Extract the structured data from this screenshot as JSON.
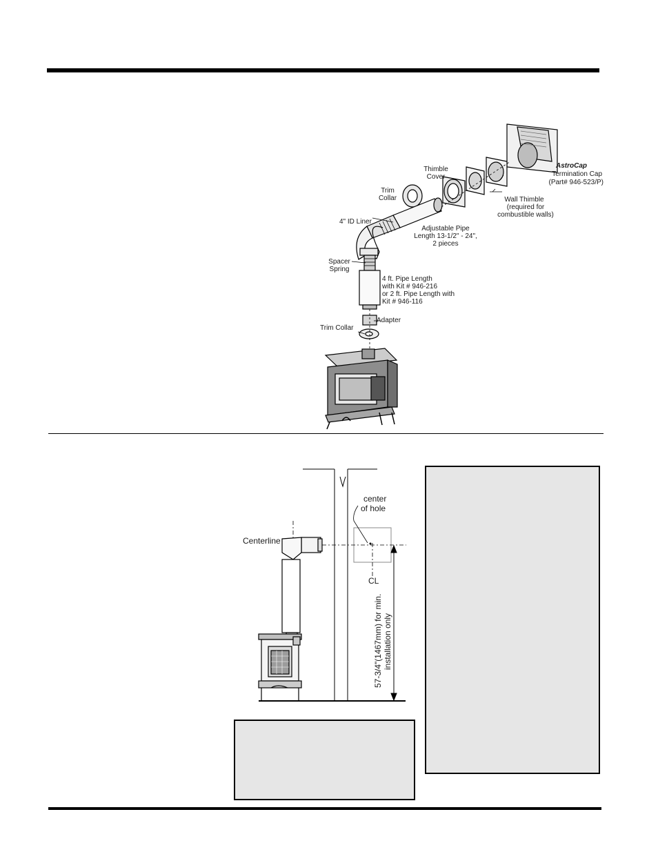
{
  "figure_top": {
    "labels": {
      "astrocap_brand": "AstroCap",
      "termination_cap": "Termination Cap",
      "termination_part": "(Part# 946-523/P)",
      "thimble_cover_1": "Thimble",
      "thimble_cover_2": "Cover",
      "trim_collar_top_1": "Trim",
      "trim_collar_top_2": "Collar",
      "wall_thimble_1": "Wall Thimble",
      "wall_thimble_2": "(required for",
      "wall_thimble_3": "combustible walls)",
      "id_liner": "4\" ID Liner",
      "adjustable_1": "Adjustable Pipe",
      "adjustable_2": "Length 13-1/2\" - 24\",",
      "adjustable_3": "2 pieces",
      "spacer_1": "Spacer",
      "spacer_2": "Spring",
      "pipe_len_1": "4 ft. Pipe Length",
      "pipe_len_2": "with Kit # 946-216",
      "pipe_len_3": "or 2 ft. Pipe Length with",
      "pipe_len_4": "Kit # 946-116",
      "adapter": "Adapter",
      "trim_collar_bottom": "Trim Collar"
    }
  },
  "figure_bottom": {
    "labels": {
      "centerline": "Centerline",
      "center_hole_1": "center",
      "center_hole_2": "of hole",
      "cl_symbol": "CL",
      "dimension_1": "57-3/4\"(1467mm) for min.",
      "dimension_2": "installation only"
    }
  }
}
